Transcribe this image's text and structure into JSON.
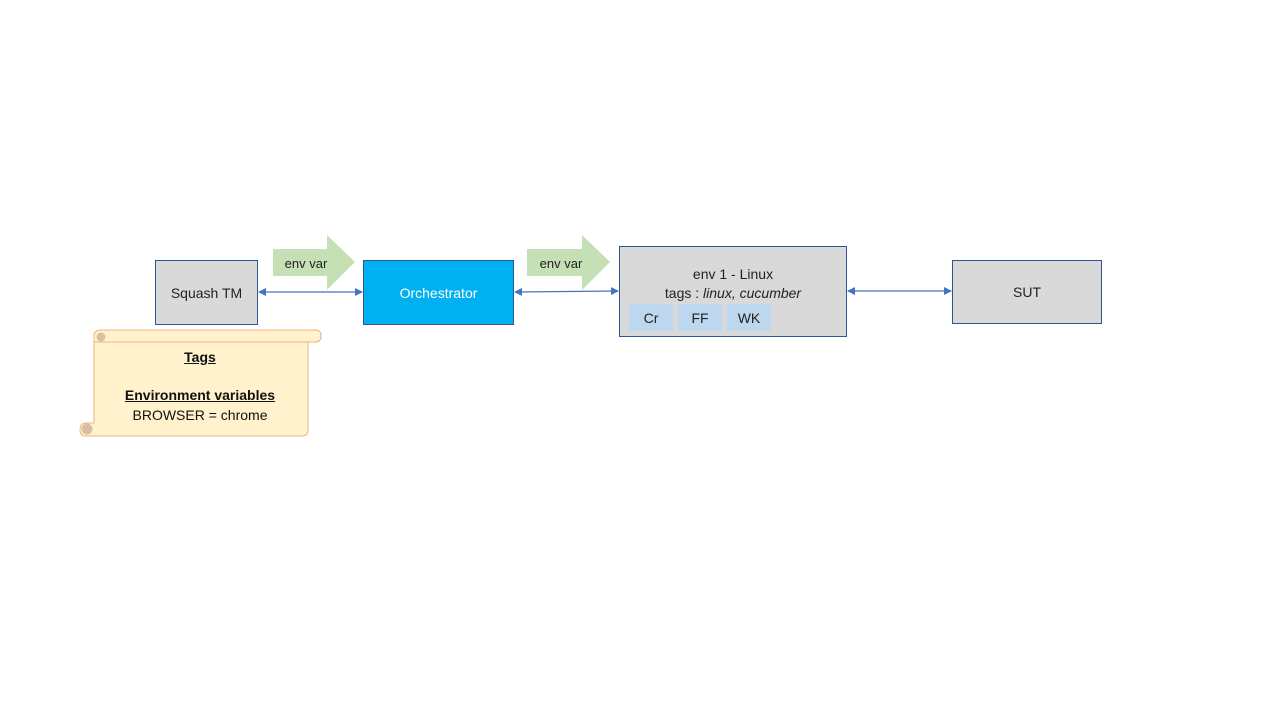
{
  "nodes": {
    "squash_tm": "Squash TM",
    "orchestrator": "Orchestrator",
    "env1": {
      "title": "env 1 - Linux",
      "tags_prefix": "tags : ",
      "tags_values": "linux, cucumber",
      "chips": [
        "Cr",
        "FF",
        "WK"
      ]
    },
    "sut": "SUT"
  },
  "arrows": {
    "label_1": "env var",
    "label_2": "env var"
  },
  "scroll": {
    "heading_tags": "Tags",
    "heading_env_vars": "Environment variables",
    "browser_line": "BROWSER = chrome"
  },
  "colors": {
    "node_grey": "#d9d9d9",
    "node_border": "#2f5597",
    "orchestrator_fill": "#00b0f0",
    "chip_fill": "#bdd7ee",
    "block_arrow_fill": "#c5e0b4",
    "scroll_fill": "#fff2cc",
    "scroll_border": "#f4b183",
    "connector": "#4472c4"
  }
}
